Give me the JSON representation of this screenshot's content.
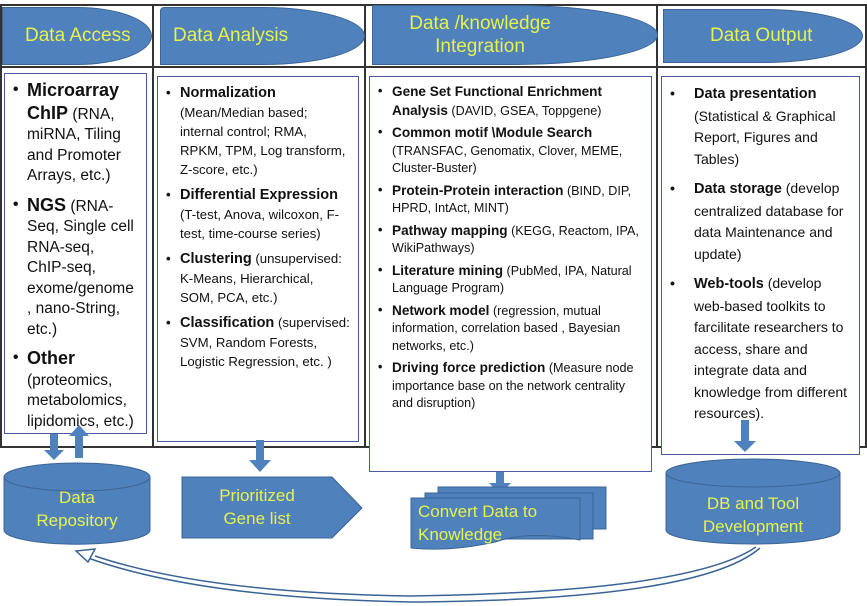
{
  "colors": {
    "shape_fill": "#4f81bd",
    "shape_text": "#e8f24a",
    "box_border": "#4a5aa0",
    "grid_line": "#333333"
  },
  "columns": [
    {
      "header": "Data Access",
      "items": [
        {
          "title": "Microarray ChIP",
          "detail": " (RNA, miRNA, Tiling and Promoter Arrays, etc.)"
        },
        {
          "title": "NGS",
          "detail": " (RNA-Seq, Single cell RNA-seq, ChIP-seq, exome/genome , nano-String, etc.)"
        },
        {
          "title": "Other",
          "detail": " (proteomics, metabolomics, lipidomics, etc.)"
        }
      ],
      "output": {
        "line1": "Data",
        "line2": "Repository"
      }
    },
    {
      "header": "Data Analysis",
      "items": [
        {
          "title": "Normalization",
          "detail": " (Mean/Median based; internal control; RMA, RPKM, TPM, Log transform, Z-score, etc.)"
        },
        {
          "title": "Differential Expression",
          "detail": " (T-test, Anova, wilcoxon, F-test, time-course series)"
        },
        {
          "title": "Clustering",
          "detail": " (unsupervised: K-Means, Hierarchical, SOM, PCA, etc.)"
        },
        {
          "title": "Classification",
          "detail": " (supervised: SVM, Random Forests, Logistic Regression, etc. )"
        }
      ],
      "output": {
        "line1": "Prioritized",
        "line2": "Gene list"
      }
    },
    {
      "header_line1": "Data /knowledge",
      "header_line2": "Integration",
      "items": [
        {
          "title": "Gene Set Functional Enrichment Analysis",
          "detail": " (DAVID, GSEA, Toppgene)"
        },
        {
          "title": "Common motif \\Module Search",
          "detail": " (TRANSFAC, Genomatix, Clover, MEME, Cluster-Buster)"
        },
        {
          "title": "Protein-Protein interaction",
          "detail": " (BIND, DIP, HPRD, IntAct, MINT)"
        },
        {
          "title": "Pathway mapping",
          "detail": " (KEGG, Reactom, IPA, WikiPathways)"
        },
        {
          "title": "Literature mining",
          "detail": " (PubMed, IPA, Natural Language Program)"
        },
        {
          "title": "Network  model",
          "detail": " (regression, mutual information, correlation based , Bayesian networks, etc.)"
        },
        {
          "title": "Driving force prediction",
          "detail": " (Measure node importance base on the network centrality and disruption)"
        }
      ],
      "output": {
        "line1": "Convert Data to",
        "line2": "Knowledge"
      }
    },
    {
      "header": "Data Output",
      "items": [
        {
          "title": "Data presentation",
          "detail": " (Statistical & Graphical Report, Figures and Tables)"
        },
        {
          "title": "Data storage",
          "detail": "  (develop centralized database for data Maintenance and update)"
        },
        {
          "title": "Web-tools",
          "detail": " (develop web-based toolkits  to farcilitate researchers to access, share and integrate data and knowledge from different resources)."
        }
      ],
      "output": {
        "line1": "DB and Tool",
        "line2": "Development"
      }
    }
  ]
}
